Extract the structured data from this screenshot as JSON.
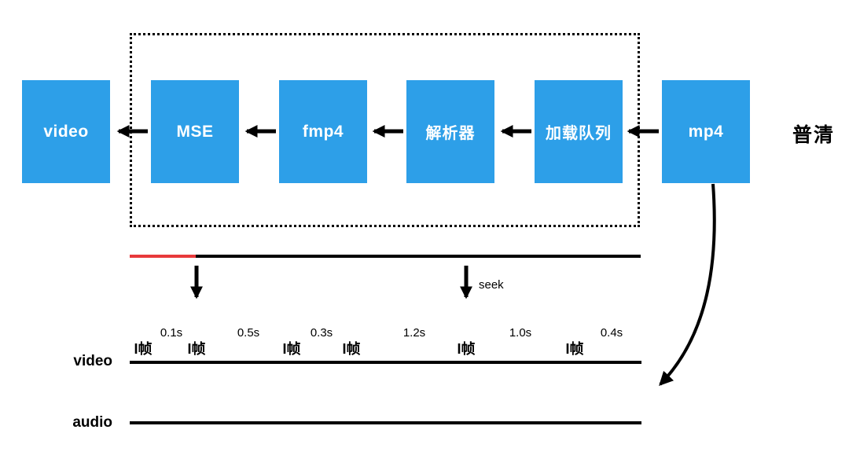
{
  "colors": {
    "box_blue": "#2D9FE8",
    "progress_red": "#E8393B",
    "stroke_black": "#000000",
    "box_text": "#FFFFFF"
  },
  "pipeline": {
    "boxes": [
      {
        "label": "video"
      },
      {
        "label": "MSE"
      },
      {
        "label": "fmp4"
      },
      {
        "label": "解析器"
      },
      {
        "label": "加载队列"
      },
      {
        "label": "mp4"
      }
    ],
    "quality_label": "普清"
  },
  "timeline": {
    "seek_label": "seek",
    "video_track_label": "video",
    "audio_track_label": "audio",
    "frames": [
      {
        "kind": "iframe",
        "label": "I帧"
      },
      {
        "kind": "duration",
        "label": "0.1s"
      },
      {
        "kind": "iframe",
        "label": "I帧"
      },
      {
        "kind": "duration",
        "label": "0.5s"
      },
      {
        "kind": "iframe",
        "label": "I帧"
      },
      {
        "kind": "duration",
        "label": "0.3s"
      },
      {
        "kind": "iframe",
        "label": "I帧"
      },
      {
        "kind": "duration",
        "label": "1.2s"
      },
      {
        "kind": "iframe",
        "label": "I帧"
      },
      {
        "kind": "duration",
        "label": "1.0s"
      },
      {
        "kind": "iframe",
        "label": "I帧"
      },
      {
        "kind": "duration",
        "label": "0.4s"
      }
    ]
  }
}
